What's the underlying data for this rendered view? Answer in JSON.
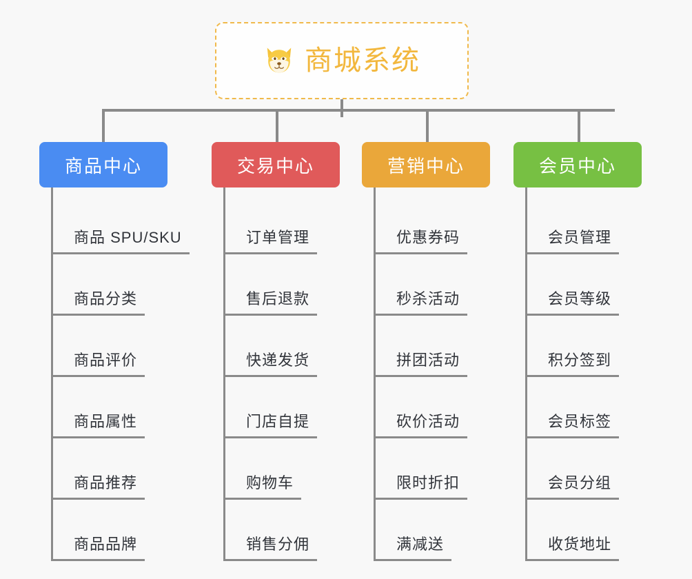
{
  "canvas": {
    "background_color": "#f8f8f8",
    "connector_color": "#8a8a8a"
  },
  "root": {
    "title": "商城系统",
    "icon": "shiba-dog-icon",
    "border_color": "#f0b94a",
    "text_color": "#f2b73d",
    "background_color": "#fefefe"
  },
  "categories": [
    {
      "label": "商品中心",
      "color": "#4a8cf2",
      "items": [
        "商品 SPU/SKU",
        "商品分类",
        "商品评价",
        "商品属性",
        "商品推荐",
        "商品品牌"
      ]
    },
    {
      "label": "交易中心",
      "color": "#e05a5a",
      "items": [
        "订单管理",
        "售后退款",
        "快递发货",
        "门店自提",
        "购物车",
        "销售分佣"
      ]
    },
    {
      "label": "营销中心",
      "color": "#eaa73a",
      "items": [
        "优惠券码",
        "秒杀活动",
        "拼团活动",
        "砍价活动",
        "限时折扣",
        "满减送"
      ]
    },
    {
      "label": "会员中心",
      "color": "#77c043",
      "items": [
        "会员管理",
        "会员等级",
        "积分签到",
        "会员标签",
        "会员分组",
        "收货地址"
      ]
    }
  ]
}
